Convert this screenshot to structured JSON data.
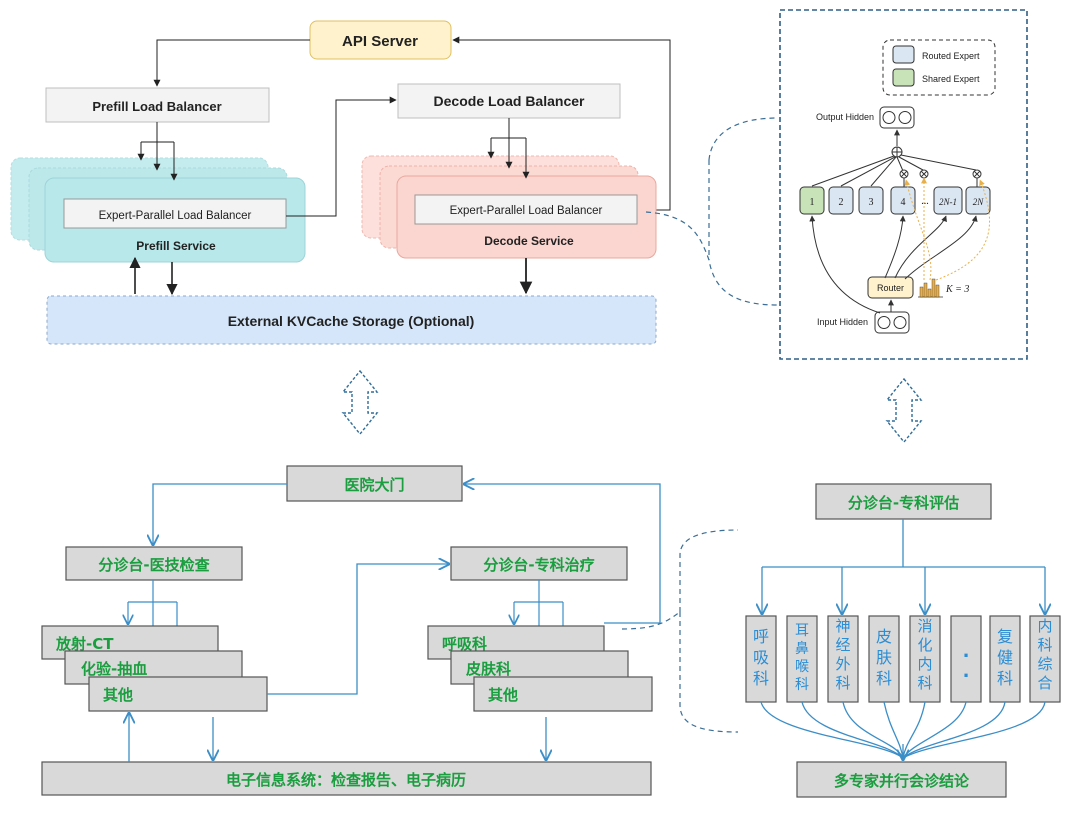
{
  "top": {
    "api_server": "API Server",
    "prefill_lb": "Prefill Load Balancer",
    "decode_lb": "Decode Load Balancer",
    "prefill_ep_lb": "Expert-Parallel Load Balancer",
    "prefill_service": "Prefill Service",
    "decode_ep_lb": "Expert-Parallel Load Balancer",
    "decode_service": "Decode Service",
    "kvcache": "External KVCache Storage (Optional)"
  },
  "moe": {
    "legend_routed": "Routed Expert",
    "legend_shared": "Shared Expert",
    "output_hidden": "Output Hidden",
    "input_hidden": "Input Hidden",
    "router": "Router",
    "k_label": "K = 3",
    "experts": [
      "1",
      "2",
      "3",
      "4",
      "...",
      "2N-1",
      "2N"
    ]
  },
  "hospital": {
    "gate": "医院大门",
    "triage_exam": "分诊台-医技检查",
    "triage_special": "分诊台-专科治疗",
    "exam_items": [
      "放射-CT",
      "化验-抽血",
      "其他"
    ],
    "special_items": [
      "呼吸科",
      "皮肤科",
      "其他"
    ],
    "info_system": "电子信息系统：检查报告、电子病历"
  },
  "expert_panel": {
    "triage_eval": "分诊台-专科评估",
    "departments": [
      "呼吸科",
      "耳鼻喉科",
      "神经外科",
      "皮肤科",
      "消化内科",
      "..",
      "复健科",
      "内科综合"
    ],
    "consult": "多专家并行会诊结论"
  },
  "colors": {
    "teal_fill": "#b8e8ea",
    "pink_fill": "#fbd5cf",
    "kv_fill": "#d5e6fa",
    "api_fill": "#fff2cc",
    "gray_box": "#d9d9d9",
    "green_text": "#1a9e3f",
    "blue_line": "#3b8ec7",
    "expert_routed": "#dbe6f3",
    "expert_shared": "#c8e3b8"
  }
}
